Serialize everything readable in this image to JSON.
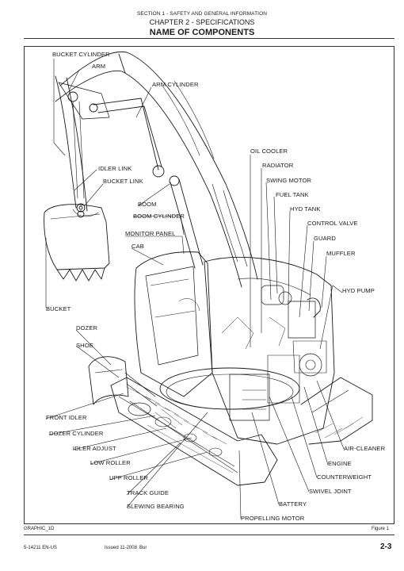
{
  "header": {
    "section": "SECTION 1 - SAFETY AND GENERAL INFORMATION",
    "chapter": "CHAPTER 2 - SPECIFICATIONS",
    "title": "NAME OF COMPONENTS"
  },
  "labels": {
    "bucket_cylinder": "BUCKET CYLINDER",
    "arm": "ARM",
    "arm_cylinder": "ARM CYLINDER",
    "oil_cooler": "OIL COOLER",
    "radiator": "RADIATOR",
    "swing_motor": "SWING MOTOR",
    "fuel_tank": "FUEL TANK",
    "hyd_tank": "HYD TANK",
    "control_valve": "CONTROL VALVE",
    "guard": "GUARD",
    "muffler": "MUFFLER",
    "hyd_pump": "HYD PUMP",
    "idler_link": "IDLER LINK",
    "bucket_link": "BUCKET LINK",
    "boom": "BOOM",
    "boom_cylinder": "BOOM CYLINDER",
    "monitor_panel": "MONITOR PANEL",
    "cab": "CAB",
    "bucket": "BUCKET",
    "dozer": "DOZER",
    "shoe": "SHOE",
    "front_idler": "FRONT IDLER",
    "dozer_cylinder": "DOZER CYLINDER",
    "idler_adjust": "IDLER ADJUST",
    "low_roller": "LOW ROLLER",
    "upp_roller": "UPP ROLLER",
    "track_guide": "TRACK GUIDE",
    "slewing_bearing": "SLEWING BEARING",
    "air_cleaner": "AIR-CLEANER",
    "engine": "ENGINE",
    "counterweight": "COUNTERWEIGHT",
    "swivel_joint": "SWIVEL JOINT",
    "battery": "BATTERY",
    "propelling_motor": "PROPELLING MOTOR"
  },
  "footer": {
    "graphic_id": "GRAPHIC_1D",
    "figure": "Figure 1",
    "doc_number": "5-14211 EN-US",
    "issued": "Issued 11-2008",
    "issued_suffix": "Bur",
    "page": "2-3"
  }
}
